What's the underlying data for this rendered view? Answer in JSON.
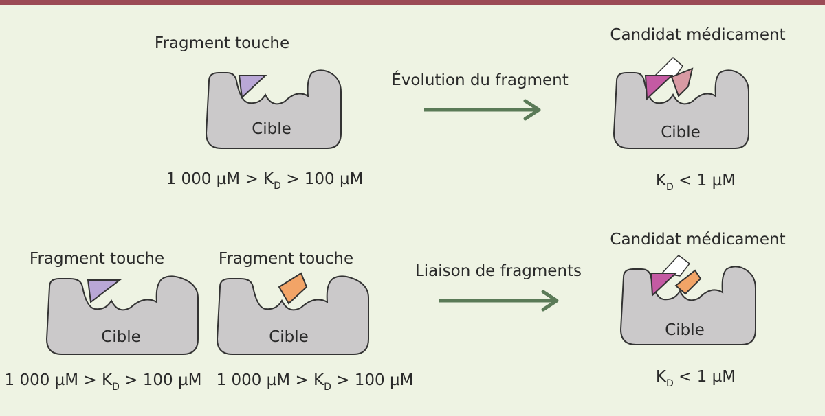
{
  "colors": {
    "background": "#eef3e3",
    "top_rule": "#9b4a55",
    "target_fill": "#cbc9ca",
    "target_stroke": "#333333",
    "arrow": "#5a7a57",
    "fragment_purple": "#b9a7d6",
    "fragment_orange": "#f2a467",
    "fragment_magenta": "#c45aa3",
    "fragment_pink": "#d89aa3",
    "linker_fill": "#ffffff"
  },
  "top_row": {
    "fragment_title": "Fragment touche",
    "target_label": "Cible",
    "kd_prefix": "1 000 µM > K",
    "kd_sub": "D",
    "kd_suffix": " > 100 µM",
    "arrow_label": "Évolution du fragment",
    "result_title": "Candidat médicament",
    "result_target_label": "Cible",
    "result_kd_prefix": "K",
    "result_kd_sub": "D",
    "result_kd_suffix": " < 1 µM"
  },
  "bottom_row": {
    "fragment_a_title": "Fragment touche",
    "fragment_a_target_label": "Cible",
    "fragment_a_kd_prefix": "1 000 µM > K",
    "fragment_a_kd_sub": "D",
    "fragment_a_kd_suffix": " > 100 µM",
    "fragment_b_title": "Fragment touche",
    "fragment_b_target_label": "Cible",
    "fragment_b_kd_prefix": "1 000 µM > K",
    "fragment_b_kd_sub": "D",
    "fragment_b_kd_suffix": " > 100 µM",
    "arrow_label": "Liaison de fragments",
    "result_title": "Candidat médicament",
    "result_target_label": "Cible",
    "result_kd_prefix": "K",
    "result_kd_sub": "D",
    "result_kd_suffix": " < 1 µM"
  }
}
